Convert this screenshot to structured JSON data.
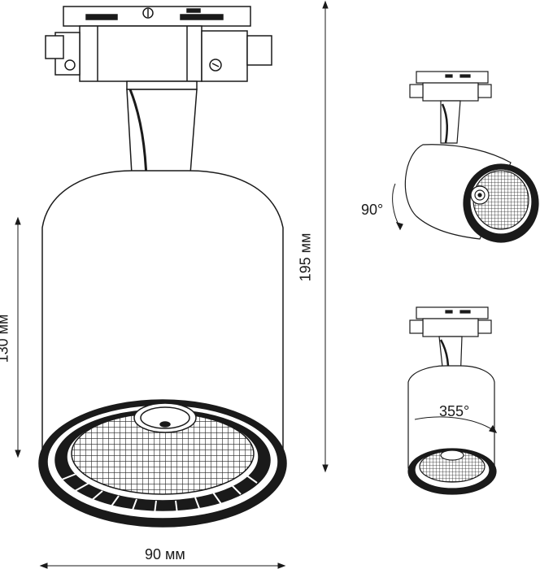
{
  "dimensions": {
    "height_body": "130 мм",
    "height_total": "195 мм",
    "width": "90 мм"
  },
  "angles": {
    "tilt": "90°",
    "rotation": "355°"
  }
}
